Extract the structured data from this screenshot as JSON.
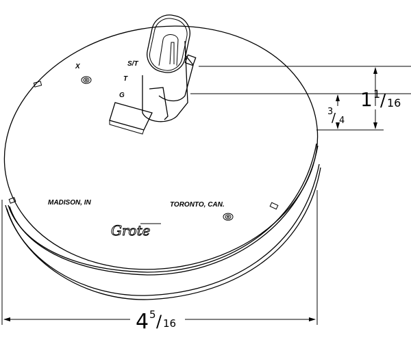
{
  "labels": {
    "pin_x": "X",
    "pin_st": "S/T",
    "pin_t": "T",
    "pin_g": "G",
    "madison": "MADISON, IN",
    "toronto": "TORONTO, CAN."
  },
  "logo": "Grote",
  "dimensions": {
    "diameter": {
      "whole": "4",
      "num": "5",
      "den": "16"
    },
    "connector_height": {
      "whole": "1",
      "num": "1",
      "den": "16"
    },
    "base_height": {
      "num": "3",
      "den": "4"
    }
  }
}
